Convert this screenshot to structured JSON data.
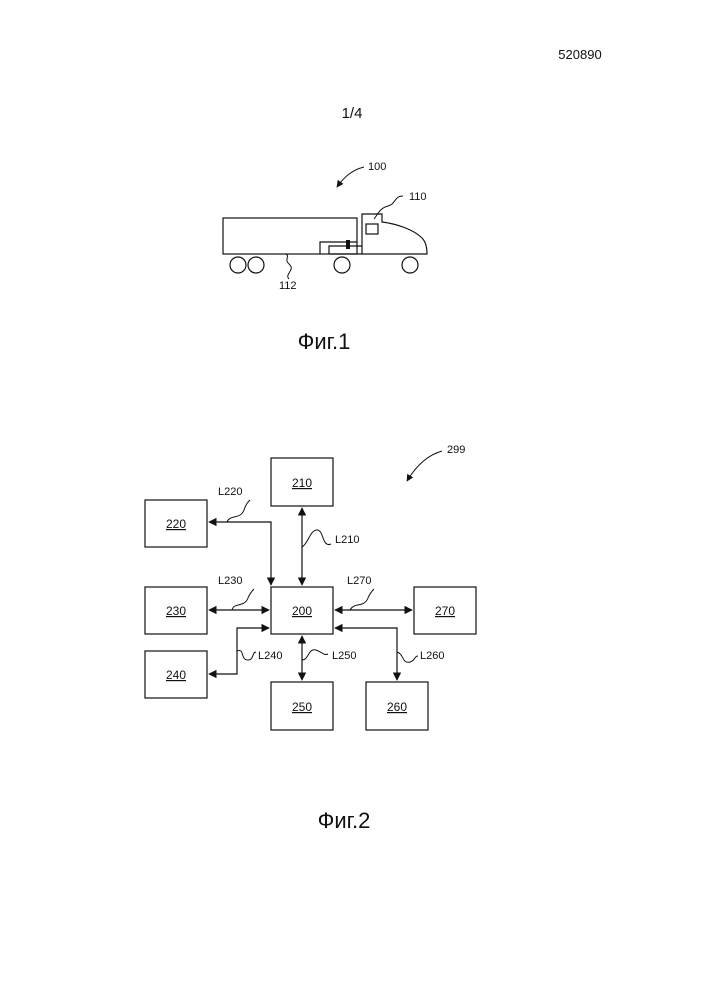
{
  "doc_number": "520890",
  "sheet": "1/4",
  "fig1": {
    "caption": "Фиг.1",
    "refs": {
      "vehicle": "100",
      "cab": "110",
      "trailer": "112"
    }
  },
  "fig2": {
    "caption": "Фиг.2",
    "system_ref": "299",
    "boxes": {
      "b200": "200",
      "b210": "210",
      "b220": "220",
      "b230": "230",
      "b240": "240",
      "b250": "250",
      "b260": "260",
      "b270": "270"
    },
    "links": {
      "l210": "L210",
      "l220": "L220",
      "l230": "L230",
      "l240": "L240",
      "l250": "L250",
      "l260": "L260",
      "l270": "L270"
    }
  }
}
